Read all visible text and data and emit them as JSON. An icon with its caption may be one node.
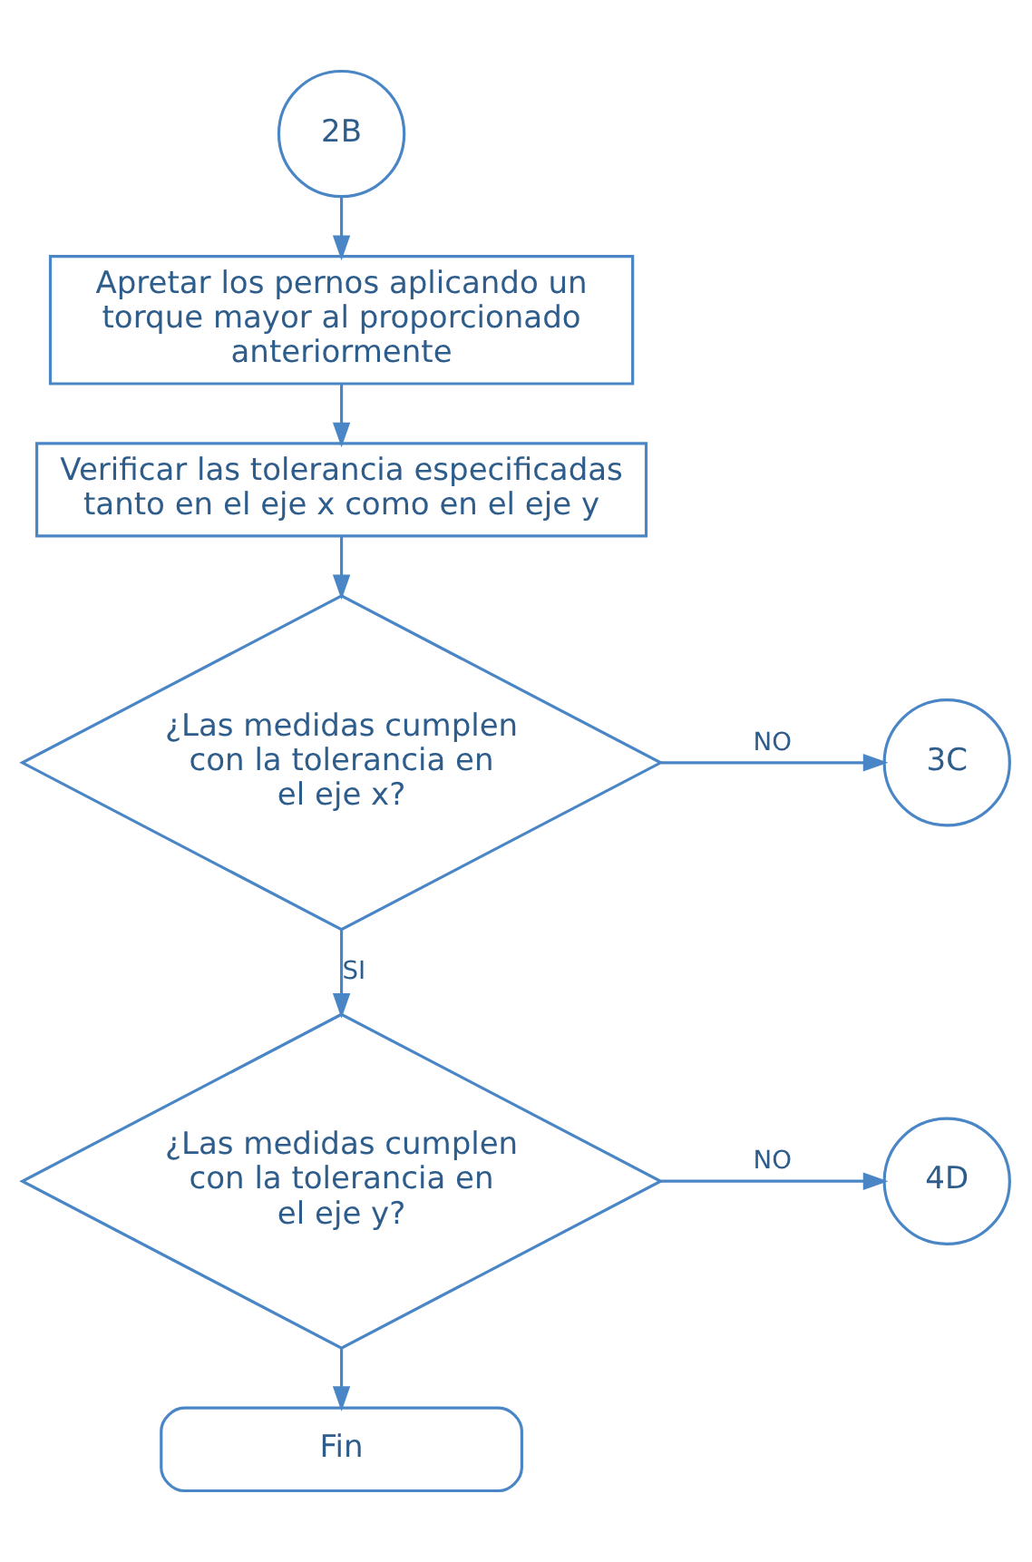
{
  "diagram": {
    "nodes": [
      {
        "text": [
          "2B"
        ]
      },
      {
        "text": [
          "Apretar los pernos aplicando un torque mayor al proporcionado anteriormente"
        ]
      },
      {
        "text": [
          "Verificar las tolerancia especificadas tanto en el eje x como en el eje y"
        ]
      },
      {
        "text": [
          "¿Las medidas cumplen con la tolerancia en el eje x?"
        ]
      },
      {
        "text": [
          "3C"
        ]
      },
      {
        "text": [
          "¿Las medidas cumplen con la tolerancia en el eje y?"
        ]
      },
      {
        "text": [
          "4D"
        ]
      },
      {
        "text": [
          "Fin"
        ]
      }
    ],
    "edges": [
      {
        "from": 0,
        "to": 1,
        "arrow": "to"
      },
      {
        "from": 1,
        "to": 2,
        "arrow": "to"
      },
      {
        "from": 2,
        "to": 3,
        "arrow": "to"
      },
      {
        "from": 3,
        "to": 4,
        "label": "NO",
        "arrow": "to"
      },
      {
        "from": 3,
        "to": 5,
        "label": "SI",
        "arrow": "to"
      },
      {
        "from": 5,
        "to": 6,
        "label": "NO",
        "arrow": "to"
      },
      {
        "from": 5,
        "to": 7,
        "arrow": "to"
      }
    ]
  }
}
